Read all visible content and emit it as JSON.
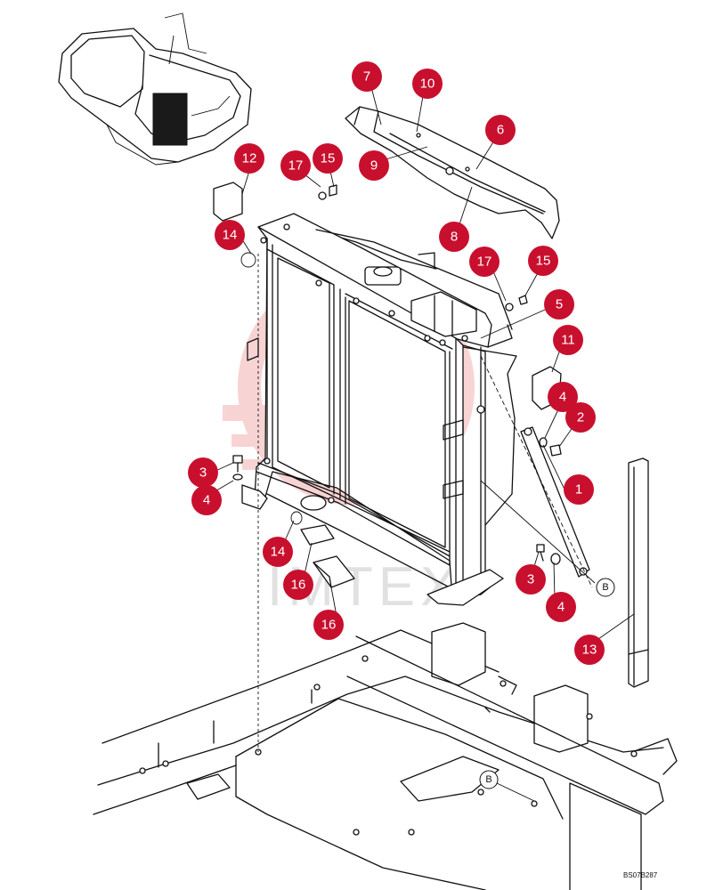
{
  "diagram_code": "BS07B287",
  "watermark_text": "IMTEX",
  "accent_color": "#c8102e",
  "callouts": [
    {
      "label": "7"
    },
    {
      "label": "10"
    },
    {
      "label": "6"
    },
    {
      "label": "9"
    },
    {
      "label": "8"
    },
    {
      "label": "12"
    },
    {
      "label": "17"
    },
    {
      "label": "15"
    },
    {
      "label": "14"
    },
    {
      "label": "17"
    },
    {
      "label": "15"
    },
    {
      "label": "5"
    },
    {
      "label": "11"
    },
    {
      "label": "4"
    },
    {
      "label": "2"
    },
    {
      "label": "3"
    },
    {
      "label": "4"
    },
    {
      "label": "1"
    },
    {
      "label": "14"
    },
    {
      "label": "3"
    },
    {
      "label": "16"
    },
    {
      "label": "4"
    },
    {
      "label": "16"
    },
    {
      "label": "13"
    }
  ],
  "refs": [
    {
      "label": "B"
    },
    {
      "label": "B"
    }
  ],
  "icons": {
    "watermark": "gear-wrench-logo"
  }
}
